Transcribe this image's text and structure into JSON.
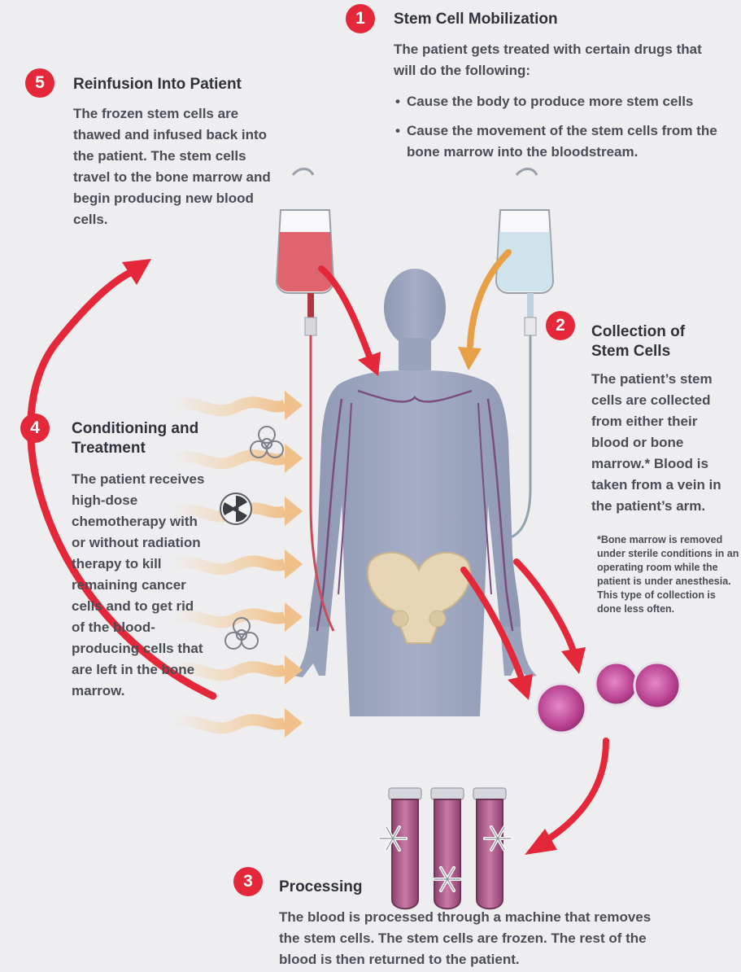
{
  "steps": {
    "mobilization": {
      "number": "1",
      "title": "Stem Cell Mobilization",
      "text": "The patient gets treated with certain drugs that will do the following:",
      "bullets": [
        "Cause the body to produce more stem cells",
        "Cause the movement of the stem cells from the bone marrow into the bloodstream."
      ]
    },
    "collection": {
      "number": "2",
      "title": "Collection of Stem Cells",
      "text": "The patient’s stem cells are collected from either their blood or bone marrow.* Blood is taken from a vein in the patient’s arm.",
      "note": "*Bone marrow is removed under sterile conditions in an operating room while the patient is under anesthesia. This type of collection is done less often."
    },
    "processing": {
      "number": "3",
      "title": "Processing",
      "text": "The blood is processed through a machine that removes the stem cells. The stem cells are frozen. The rest of the blood is then returned to the patient."
    },
    "conditioning": {
      "number": "4",
      "title": "Conditioning and Treatment",
      "text": "The patient receives high-dose chemotherapy with or without radiation therapy to kill remaining cancer cells and to get rid of the blood-producing cells that are left in the bone marrow."
    },
    "reinfusion": {
      "number": "5",
      "title": "Reinfusion Into Patient",
      "text": "The frozen stem cells are thawed and infused back into the patient. The stem cells travel to the bone marrow and begin producing new blood cells."
    }
  },
  "colors": {
    "accent_red": "#e4283a",
    "arrow_orange": "#e8a047",
    "body_gray": "#9ba4bd",
    "vein_purple": "#7a4d7e",
    "blood_red": "#dc4a55",
    "iv_light_blue": "#cfe3ec",
    "cell_pink": "#c2539a",
    "tube_purple": "#a0507a",
    "wave_peach": "#f3cfa3",
    "text_dark": "#2f323a"
  },
  "icons": [
    "iv-bag-icon",
    "biohazard-icon",
    "radiation-icon",
    "snowflake-icon",
    "stem-cell-icon",
    "test-tube-icon",
    "pelvis-icon"
  ]
}
